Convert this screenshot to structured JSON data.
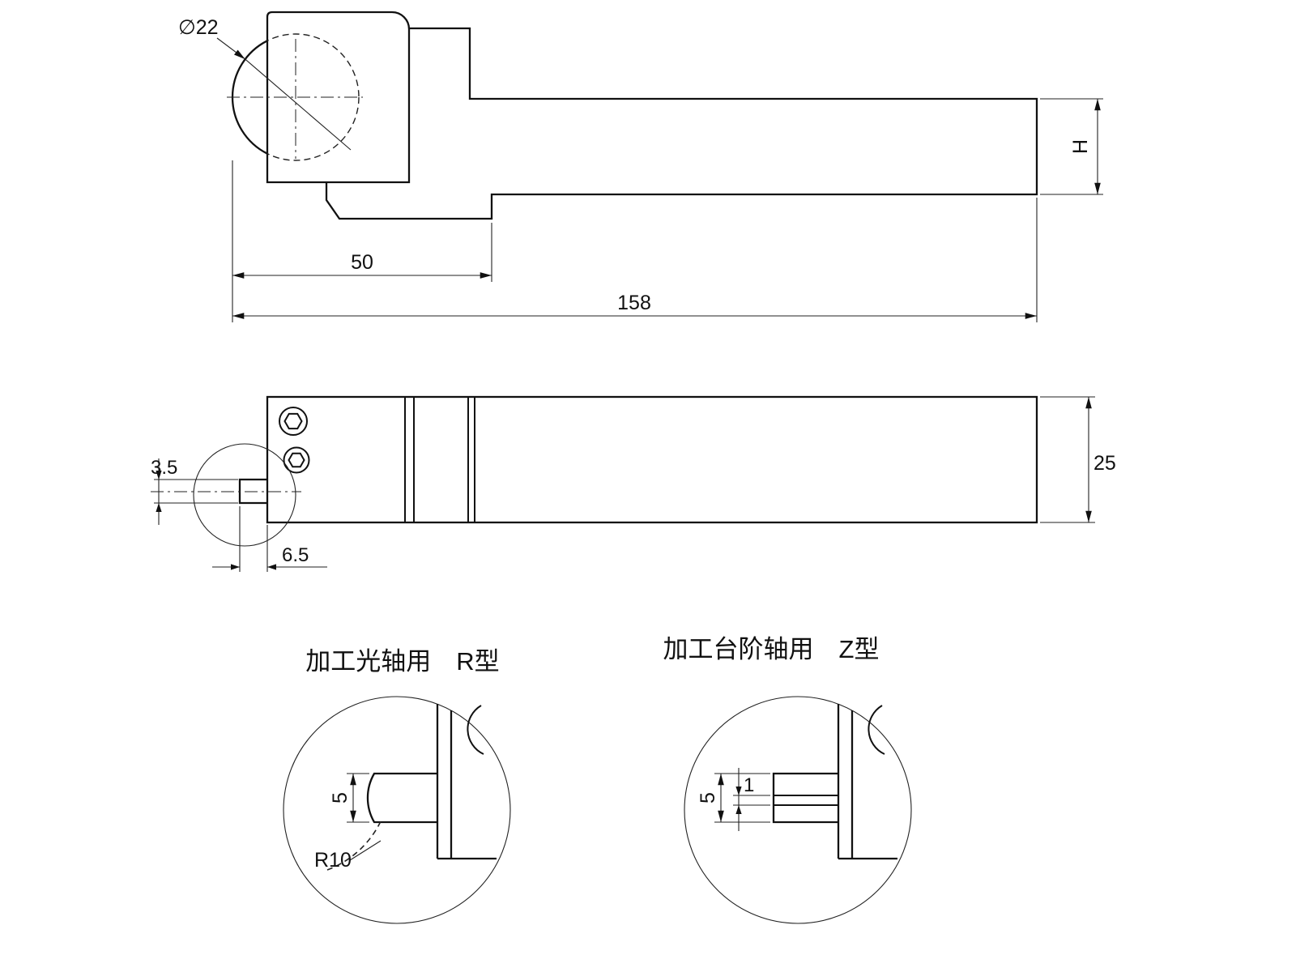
{
  "page": {
    "background": "#ffffff",
    "line_color": "#111111"
  },
  "drawing": {
    "side_view": {
      "dim_diameter": "∅22",
      "dim_head_length": "50",
      "dim_total_length": "158",
      "dim_height": "H"
    },
    "plan_view": {
      "dim_insert_width": "3.5",
      "dim_insert_overhang": "6.5",
      "dim_shank_width": "25"
    },
    "detail_r": {
      "title": "加工光轴用　R型",
      "dim_edge": "5",
      "dim_radius": "R10"
    },
    "detail_z": {
      "title": "加工台阶轴用　Z型",
      "dim_edge": "5",
      "dim_step": "1"
    }
  }
}
